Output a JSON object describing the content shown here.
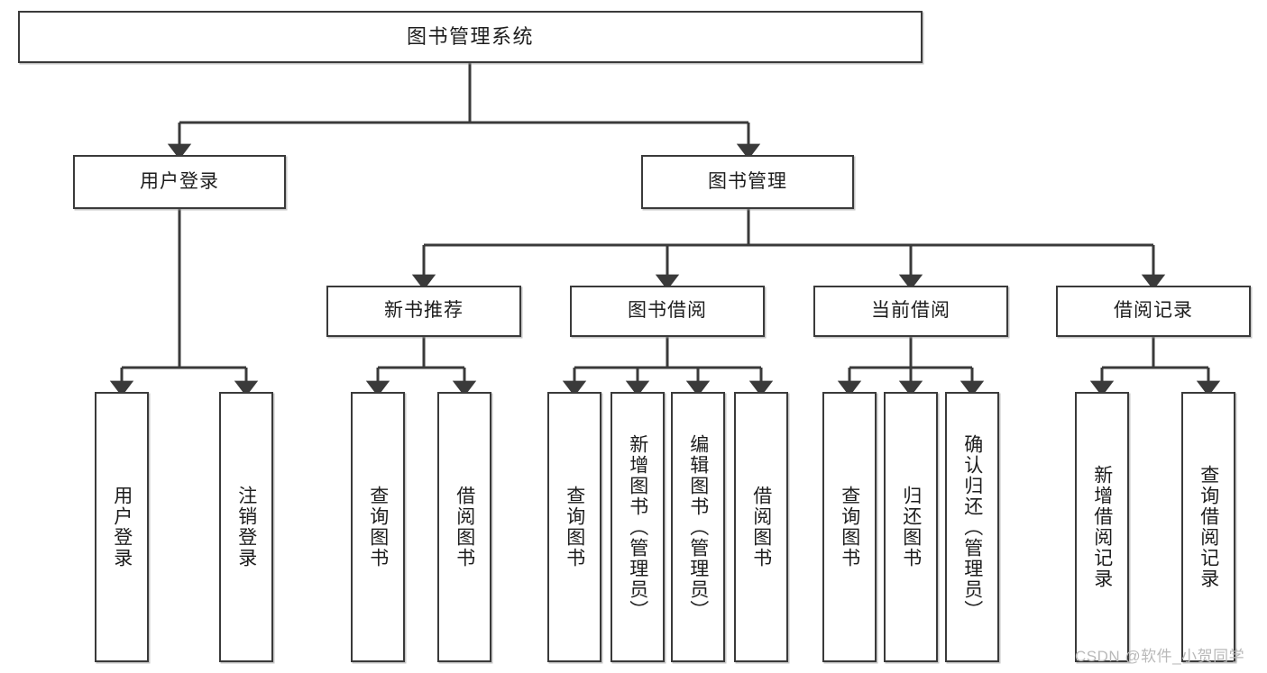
{
  "diagram": {
    "title": "图书管理系统",
    "orientation": "top-down",
    "levels": 4
  },
  "root": {
    "label": "图书管理系统"
  },
  "level2": [
    {
      "label": "用户登录"
    },
    {
      "label": "图书管理"
    }
  ],
  "level3": [
    {
      "label": "新书推荐"
    },
    {
      "label": "图书借阅"
    },
    {
      "label": "当前借阅"
    },
    {
      "label": "借阅记录"
    }
  ],
  "leaves": {
    "user_login": [
      {
        "label": "用户登录"
      },
      {
        "label": "注销登录"
      }
    ],
    "new_book_recommend": [
      {
        "label": "查询图书"
      },
      {
        "label": "借阅图书"
      }
    ],
    "book_borrow": [
      {
        "label": "查询图书"
      },
      {
        "label": "新增图书（管理员）"
      },
      {
        "label": "编辑图书（管理员）"
      },
      {
        "label": "借阅图书"
      }
    ],
    "current_borrow": [
      {
        "label": "查询图书"
      },
      {
        "label": "归还图书"
      },
      {
        "label": "确认归还（管理员）"
      }
    ],
    "borrow_record": [
      {
        "label": "新增借阅记录"
      },
      {
        "label": "查询借阅记录"
      }
    ]
  },
  "watermark": {
    "text": "CSDN @软件_小贺同学"
  },
  "colors": {
    "border": "#3a3a3a",
    "fill": "#ffffff",
    "text": "#1d1d1d",
    "wire": "#3a3a3a",
    "watermark": "#b9b9b9"
  }
}
